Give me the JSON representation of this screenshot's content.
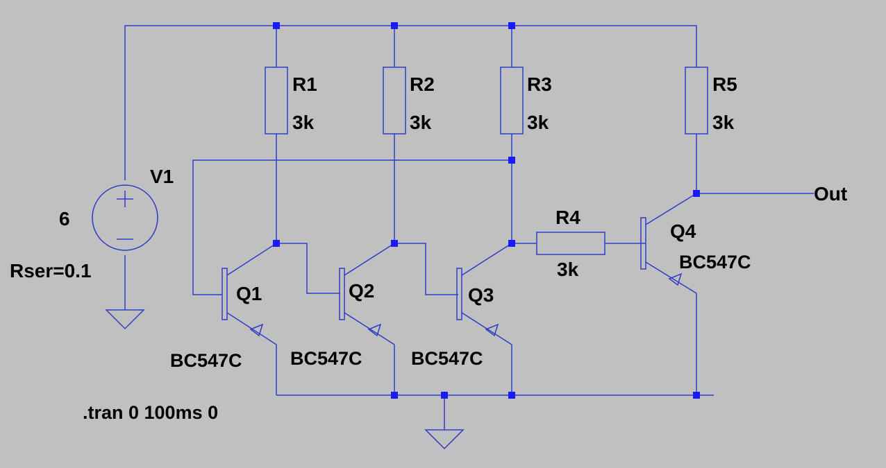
{
  "colors": {
    "background": "#c0c0c0",
    "wire": "#2e3cc8",
    "junction": "#1a1aff",
    "text": "#000000"
  },
  "components": {
    "V1": {
      "name": "V1",
      "value": "6",
      "param": "Rser=0.1"
    },
    "R1": {
      "name": "R1",
      "value": "3k"
    },
    "R2": {
      "name": "R2",
      "value": "3k"
    },
    "R3": {
      "name": "R3",
      "value": "3k"
    },
    "R4": {
      "name": "R4",
      "value": "3k"
    },
    "R5": {
      "name": "R5",
      "value": "3k"
    },
    "Q1": {
      "name": "Q1",
      "model": "BC547C"
    },
    "Q2": {
      "name": "Q2",
      "model": "BC547C"
    },
    "Q3": {
      "name": "Q3",
      "model": "BC547C"
    },
    "Q4": {
      "name": "Q4",
      "model": "BC547C"
    }
  },
  "net_labels": {
    "out": "Out"
  },
  "directive": ".tran 0 100ms 0"
}
